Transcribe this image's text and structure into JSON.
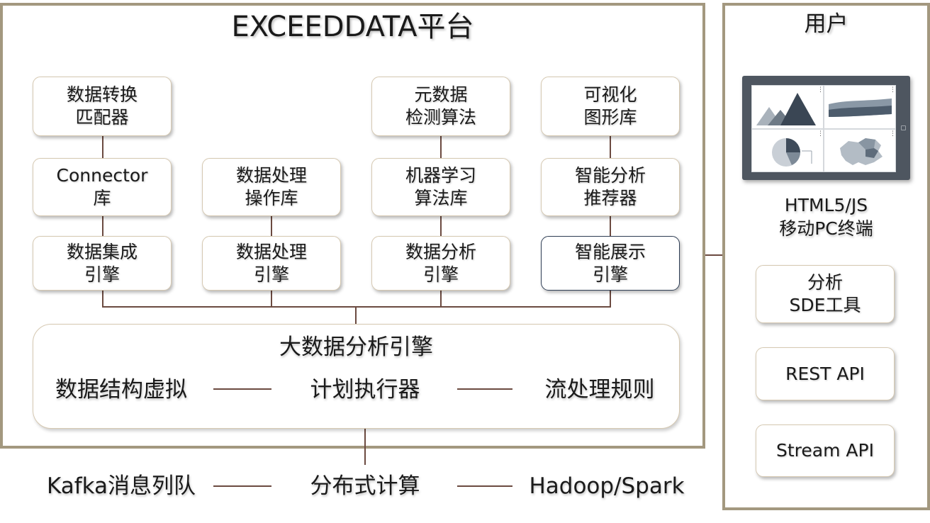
{
  "platform": {
    "title": "EXCEEDDATA平台"
  },
  "modules": {
    "match": [
      "数据转换",
      "匹配器"
    ],
    "connector": [
      "Connector",
      "库"
    ],
    "integration": [
      "数据集成",
      "引擎"
    ],
    "ops": [
      "数据处理",
      "操作库"
    ],
    "processing": [
      "数据处理",
      "引擎"
    ],
    "metadata": [
      "元数据",
      "检测算法"
    ],
    "ml": [
      "机器学习",
      "算法库"
    ],
    "analysis": [
      "数据分析",
      "引擎"
    ],
    "viz": [
      "可视化",
      "图形库"
    ],
    "recommender": [
      "智能分析",
      "推荐器"
    ],
    "display": [
      "智能展示",
      "引擎"
    ]
  },
  "engine": {
    "title": "大数据分析引擎",
    "left": "数据结构虚拟",
    "center": "计划执行器",
    "right": "流处理规则"
  },
  "bottom": {
    "left": "Kafka消息列队",
    "center": "分布式计算",
    "right": "Hadoop/Spark"
  },
  "user": {
    "title": "用户",
    "terminal": [
      "HTML5/JS",
      "移动PC终端"
    ],
    "sde": [
      "分析",
      "SDE工具"
    ],
    "rest": "REST API",
    "stream": "Stream API"
  },
  "colors": {
    "frame_border": "#a3987f",
    "connector_line": "#6b4a40",
    "module_border": "#d6c9b2",
    "display_border": "#2f3e55",
    "device_body": "#4e5660"
  },
  "icons": {
    "device": "dashboard-tablet-icon"
  }
}
